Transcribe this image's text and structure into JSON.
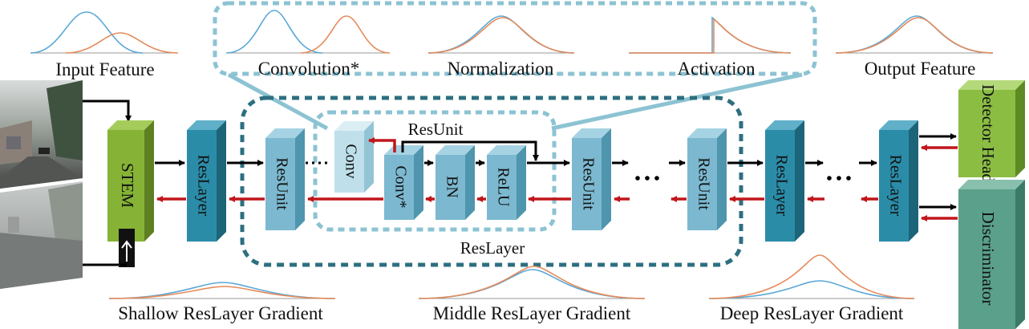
{
  "top_labels": {
    "input_feature": "Input Feature",
    "convolution": "Convolution*",
    "normalization": "Normalization",
    "activation": "Activation",
    "output_feature": "Output Feature"
  },
  "bottom_labels": {
    "shallow": "Shallow ResLayer Gradient",
    "middle": "Middle ResLayer Gradient",
    "deep": "Deep ResLayer Gradient"
  },
  "blocks": {
    "stem": "STEM",
    "reslayer": "ResLayer",
    "resunit": "ResUnit",
    "conv": "Conv",
    "conv_star": "Conv*",
    "bn": "BN",
    "relu": "ReLU",
    "detector_head": "Detector Head",
    "discriminator": "Discriminator"
  },
  "group_labels": {
    "resunit": "ResUnit",
    "reslayer": "ResLayer"
  },
  "colors": {
    "blue_curve": "#5ba8d6",
    "orange_curve": "#e58a5a",
    "stem_green": "#86b335",
    "reslayer_teal": "#2b8ca8",
    "resunit_light": "#7cb9d0",
    "conv_pale": "#bfe0ea",
    "detector_green": "#8bbd43",
    "discriminator_green": "#5aa08a",
    "dash_dark": "#2d6f80",
    "dash_light": "#8cc3d3",
    "arrow_red": "#c0161b"
  },
  "icons": [
    "clear-road-image",
    "foggy-road-image"
  ]
}
